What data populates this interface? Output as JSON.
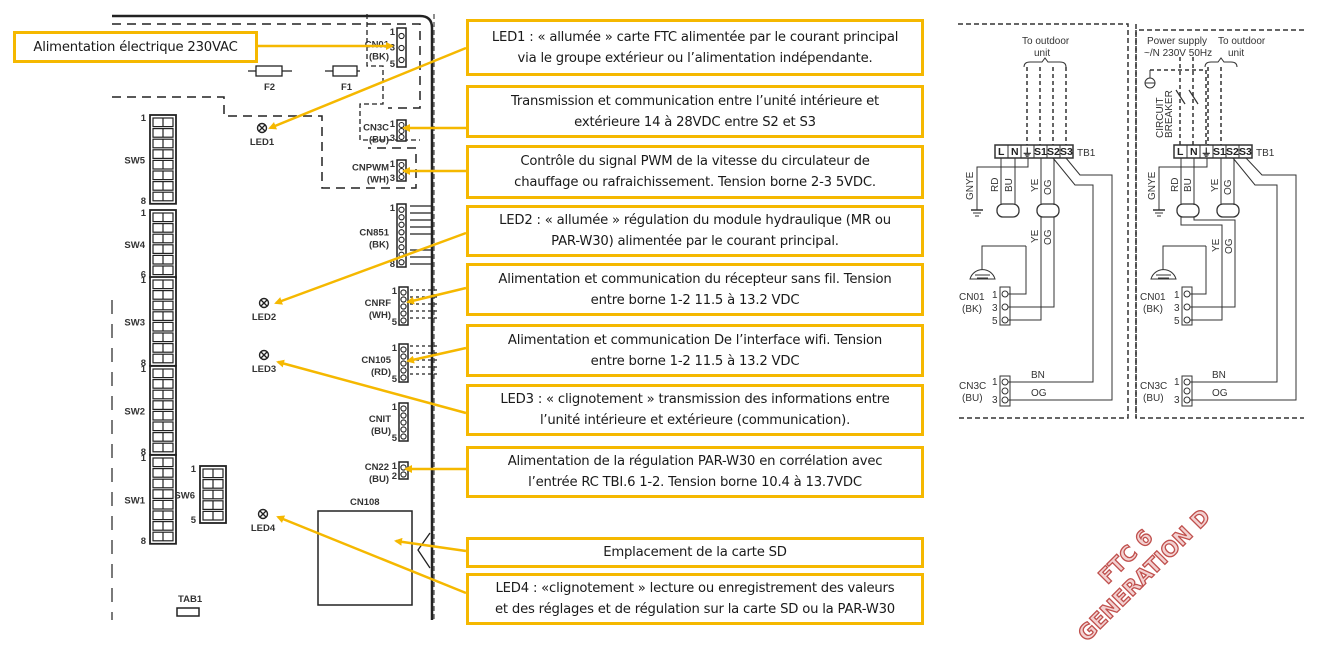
{
  "diagram_title": "FTC 6 GENERATION D",
  "stamp": {
    "line1": "FTC 6",
    "line2": "GENERATION D",
    "color": "#c0504d"
  },
  "accent_color": "#f5b800",
  "pcb": {
    "switches": [
      {
        "name": "SW5",
        "first": "1",
        "last": "8"
      },
      {
        "name": "SW4",
        "first": "1",
        "last": "6"
      },
      {
        "name": "SW3",
        "first": "1",
        "last": "8"
      },
      {
        "name": "SW2",
        "first": "1",
        "last": "8"
      },
      {
        "name": "SW1",
        "first": "1",
        "last": "8"
      },
      {
        "name": "SW6",
        "first": "1",
        "last": "5"
      }
    ],
    "fuses": [
      "F2",
      "F1"
    ],
    "leds": [
      "LED1",
      "LED2",
      "LED3",
      "LED4"
    ],
    "connectors": [
      {
        "name": "CN01",
        "color": "(BK)",
        "first": "1",
        "mid": "3",
        "last": "5"
      },
      {
        "name": "CN3C",
        "color": "(BU)",
        "first": "1",
        "last": "3"
      },
      {
        "name": "CNPWM",
        "color": "(WH)",
        "first": "1",
        "last": "3"
      },
      {
        "name": "CN851",
        "color": "(BK)",
        "first": "1",
        "last": "8"
      },
      {
        "name": "CNRF",
        "color": "(WH)",
        "first": "1",
        "last": "5"
      },
      {
        "name": "CN105",
        "color": "(RD)",
        "first": "1",
        "last": "5"
      },
      {
        "name": "CNIT",
        "color": "(BU)",
        "first": "1",
        "last": "5"
      },
      {
        "name": "CN22",
        "color": "(BU)",
        "first": "1",
        "last": "2"
      }
    ],
    "sd_slot": "CN108",
    "tab": "TAB1"
  },
  "callouts": {
    "power": [
      "Alimentation électrique 230VAC"
    ],
    "led1": [
      "LED1 :  « allumée » carte FTC alimentée par le courant principal",
      "via le groupe extérieur ou l’alimentation indépendante."
    ],
    "cn3c": [
      "Transmission et communication entre l’unité intérieure et",
      "extérieure 14 à 28VDC entre S2 et S3"
    ],
    "cnpwm": [
      "Contrôle du signal PWM de la vitesse du circulateur de",
      "chauffage ou rafraichissement. Tension borne 2-3 5VDC."
    ],
    "led2": [
      "LED2 :  « allumée » régulation du module hydraulique (MR ou",
      "PAR-W30) alimentée par le courant principal."
    ],
    "cnrf": [
      "Alimentation et communication du récepteur sans fil. Tension",
      "entre borne 1-2 11.5 à 13.2 VDC"
    ],
    "cn105": [
      "Alimentation et communication De l’interface wifi. Tension",
      "entre borne 1-2 11.5 à 13.2 VDC"
    ],
    "led3": [
      "LED3 :  « clignotement » transmission des informations entre",
      "l’unité intérieure et extérieure (communication)."
    ],
    "cn22": [
      "Alimentation de la régulation PAR-W30 en corrélation avec",
      "l’entrée RC TBI.6 1-2. Tension borne 10.4 à 13.7VDC"
    ],
    "sd": [
      "Emplacement de la carte SD"
    ],
    "led4": [
      "LED4 :  «clignotement » lecture ou enregistrement des valeurs",
      "et des réglages et de régulation sur la carte SD ou la PAR-W30"
    ]
  },
  "wiring_left": {
    "top_label_1": "To outdoor",
    "top_label_2": "unit",
    "terminals": [
      "L",
      "N",
      "⏚",
      "S1",
      "S2",
      "S3"
    ],
    "terminal_block": "TB1",
    "wire_labels": {
      "gnye": "GNYE",
      "rd": "RD",
      "bu": "BU",
      "ye": "YE",
      "og": "OG",
      "ye2": "YE",
      "og2": "OG",
      "bn": "BN",
      "og3": "OG"
    },
    "cn01": {
      "name": "CN01",
      "color": "(BK)",
      "pins": [
        "1",
        "3",
        "5"
      ]
    },
    "cn3c": {
      "name": "CN3C",
      "color": "(BU)",
      "pins": [
        "1",
        "3"
      ]
    }
  },
  "wiring_right": {
    "power_label_1": "Power supply",
    "power_label_2": "~/N 230V 50Hz",
    "top_label_1": "To outdoor",
    "top_label_2": "unit",
    "breaker_1": "CIRCUIT",
    "breaker_2": "BREAKER",
    "terminals": [
      "L",
      "N",
      "⏚",
      "S1",
      "S2",
      "S3"
    ],
    "terminal_block": "TB1",
    "wire_labels": {
      "gnye": "GNYE",
      "rd": "RD",
      "bu": "BU",
      "ye": "YE",
      "og": "OG",
      "ye2": "YE",
      "og2": "OG",
      "bn": "BN",
      "og3": "OG"
    },
    "cn01": {
      "name": "CN01",
      "color": "(BK)",
      "pins": [
        "1",
        "3",
        "5"
      ]
    },
    "cn3c": {
      "name": "CN3C",
      "color": "(BU)",
      "pins": [
        "1",
        "3"
      ]
    }
  }
}
